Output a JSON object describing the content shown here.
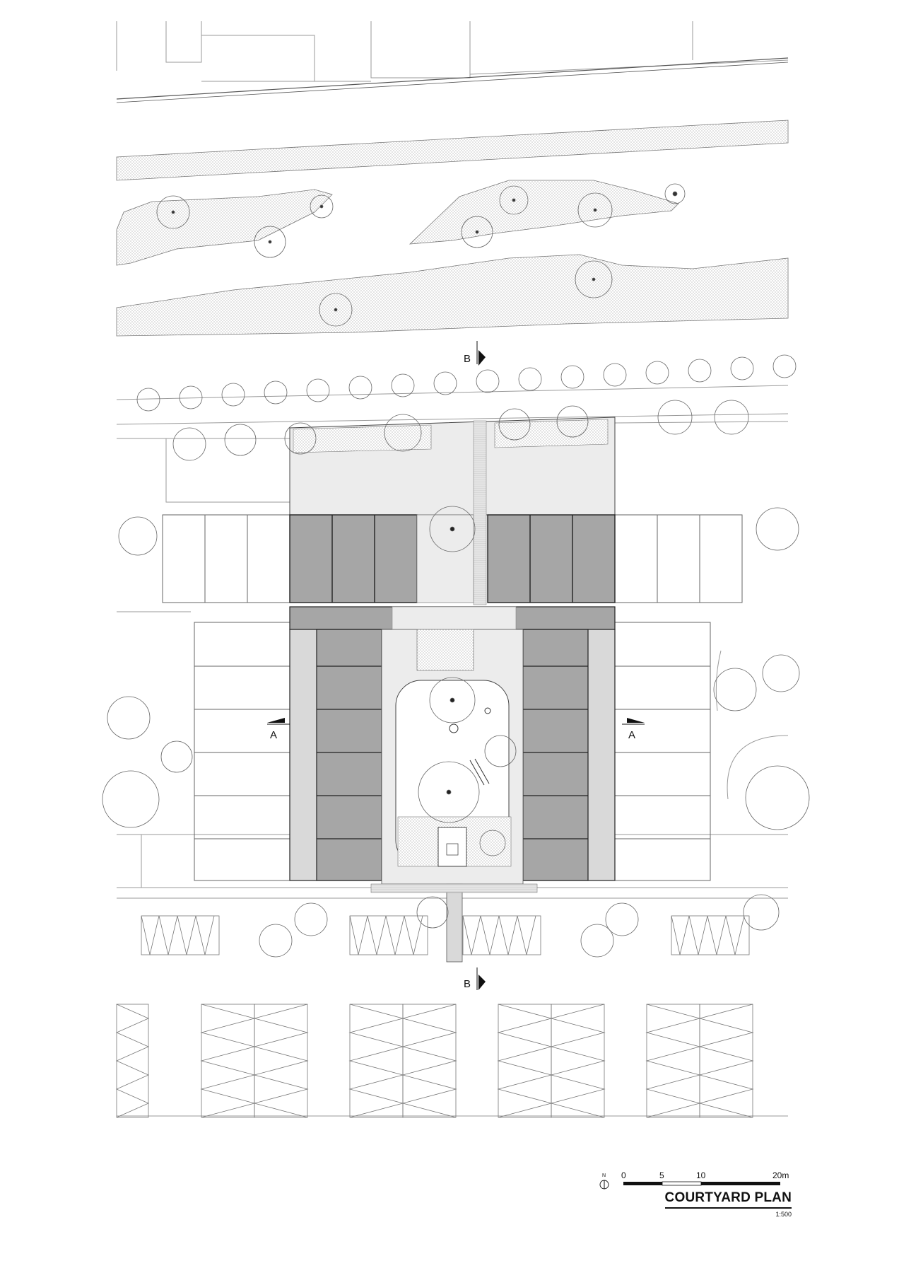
{
  "section_markers": {
    "a": "A",
    "b": "B"
  },
  "scale_bar": {
    "labels": [
      "0",
      "5",
      "10",
      "20m"
    ]
  },
  "north_arrow": {
    "letter": "N",
    "icon": "north-arrow-icon"
  },
  "title_block": {
    "title": "COURTYARD PLAN",
    "scale": "1:500"
  },
  "colors": {
    "building": "#a6a6a6",
    "circulation": "#d9d9d9",
    "landscape": "#ececec",
    "line": "#444444",
    "light_line": "#9a9a9a"
  }
}
